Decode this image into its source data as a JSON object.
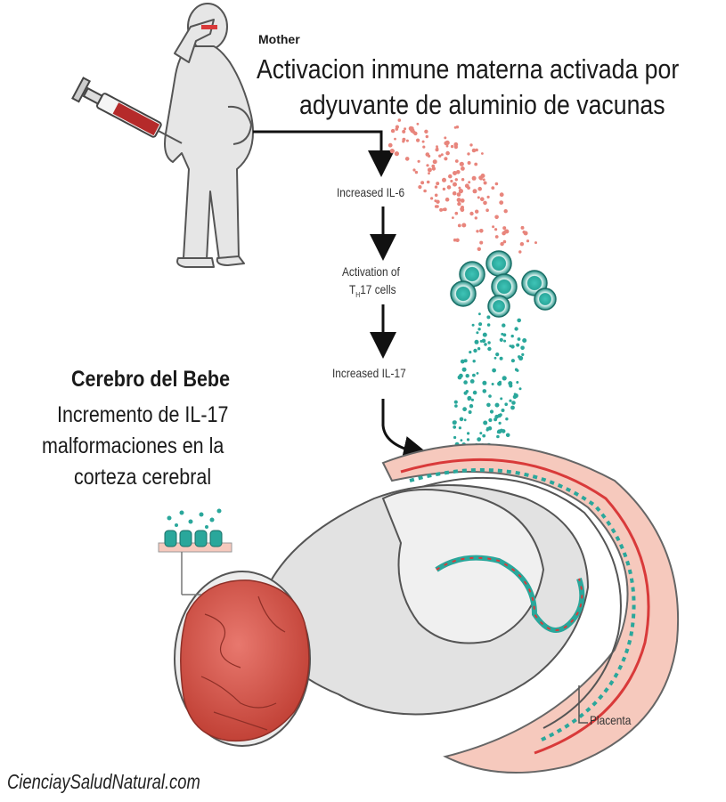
{
  "mother": {
    "label": "Mother",
    "title_line1": "Activacion inmune materna activada por",
    "title_line2": "adyuvante de aluminio de vacunas"
  },
  "pathway": {
    "step1": "Increased IL-6",
    "step2_line1": "Activation of",
    "step2_prefix": "T",
    "step2_sub": "H",
    "step2_suffix": "17 cells",
    "step3": "Increased IL-17"
  },
  "baby": {
    "heading": "Cerebro del Bebe",
    "line1": "Incremento de IL-17",
    "line2": "malformaciones en la",
    "line3": "corteza cerebral"
  },
  "placenta_label": "Placenta",
  "footer": {
    "site": "CienciaySaludNatural.com"
  },
  "colors": {
    "il6_particles": "#e8857c",
    "th17_cells": "#2aa79b",
    "brain": "#d9544a",
    "placenta": "#f6c9bd",
    "vessel_red": "#d93a3a",
    "syringe_blood": "#b52a2a"
  },
  "icons": [
    "syringe-icon",
    "arrow-down-icon",
    "th17-cell-icon",
    "receptor-icon"
  ]
}
